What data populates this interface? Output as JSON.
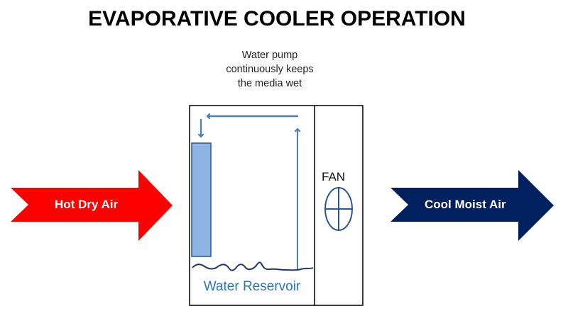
{
  "title": "EVAPORATIVE COOLER OPERATION",
  "annotation": {
    "line1": "Water pump",
    "line2": "continuously keeps",
    "line3": "the media wet"
  },
  "inlet_arrow": {
    "label": "Hot Dry Air",
    "color": "#ff0000"
  },
  "outlet_arrow": {
    "label": "Cool Moist Air",
    "color": "#002060"
  },
  "cooler": {
    "fan_label": "FAN",
    "reservoir_label": "Water Reservoir",
    "media_color": "#8db3e2",
    "flow_color": "#4a7ebb"
  }
}
